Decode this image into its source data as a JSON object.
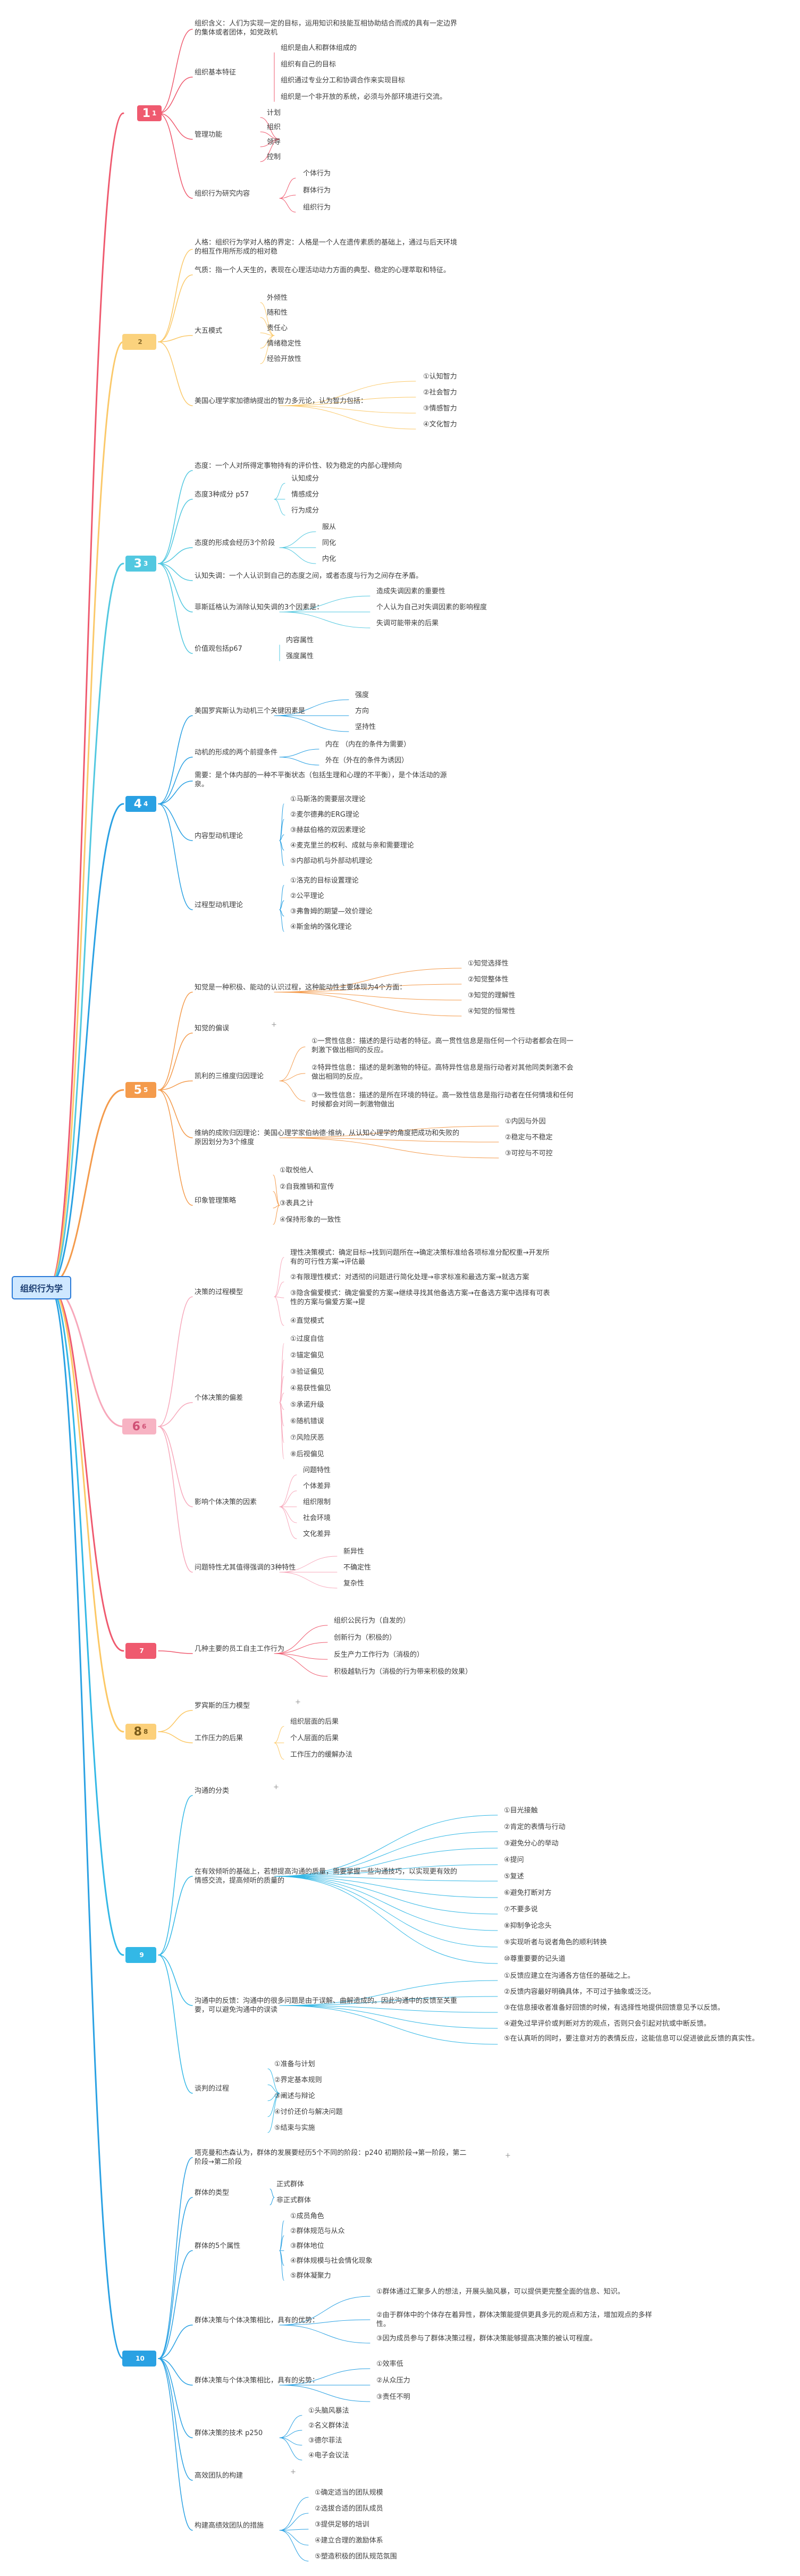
{
  "root": "组织行为学",
  "ch1": {
    "num": "1",
    "sub": "1",
    "a": "组织含义：人们为实现一定的目标，运用知识和技能互相协助结合而成的具有一定边界的集体或者团体，如党政机",
    "b": "组织基本特征",
    "b1": "组织是由人和群体组成的",
    "b2": "组织有自己的目标",
    "b3": "组织通过专业分工和协调合作来实现目标",
    "b4": "组织是一个非开放的系统，必须与外部环境进行交流。",
    "c": "管理功能",
    "c1": "计划",
    "c2": "组织",
    "c3": "领导",
    "c4": "控制",
    "d": "组织行为研究内容",
    "d1": "个体行为",
    "d2": "群体行为",
    "d3": "组织行为"
  },
  "ch2": {
    "num": "2",
    "a": "人格：组织行为学对人格的界定：人格是一个人在遗传素质的基础上，通过与后天环境的相互作用所形成的相对稳",
    "b": "气质：指一个人天生的，表现在心理活动动力方面的典型、稳定的心理萃取和特征。",
    "c": "大五模式",
    "c1": "外倾性",
    "c2": "随和性",
    "c3": "责任心",
    "c4": "情绪稳定性",
    "c5": "经验开放性",
    "d": "美国心理学家加德纳提出的智力多元论，认为智力包括：",
    "d1": "①认知智力",
    "d2": "②社会智力",
    "d3": "③情感智力",
    "d4": "④文化智力"
  },
  "ch3": {
    "num": "3",
    "sub": "3",
    "a": "态度：一个人对所得定事物持有的评价性、较为稳定的内部心理倾向",
    "b": "态度3种成分 p57",
    "b1": "认知成分",
    "b2": "情感成分",
    "b3": "行为成分",
    "c": "态度的形成会经历3个阶段",
    "c1": "服从",
    "c2": "同化",
    "c3": "内化",
    "d": "认知失调：一个人认识到自己的态度之间，或者态度与行为之间存在矛盾。",
    "e": "菲斯廷格认为消除认知失调的3个因素是：",
    "e1": "造成失调因素的重要性",
    "e2": "个人认为自己对失调因素的影响程度",
    "e3": "失调可能带来的后果",
    "f": "价值观包括p67",
    "f1": "内容属性",
    "f2": "强度属性"
  },
  "ch4": {
    "num": "4",
    "sub": "4",
    "a": "美国罗宾斯认为动机三个关键因素是",
    "a1": "强度",
    "a2": "方向",
    "a3": "坚持性",
    "b": "动机的形成的两个前提条件",
    "b1": "内在 （内在的条件为需要）",
    "b2": "外在（外在的条件为诱因）",
    "c": "需要：是个体内部的一种不平衡状态（包括生理和心理的不平衡），是个体活动的源泉。",
    "d": "内容型动机理论",
    "d1": "①马斯洛的需要层次理论",
    "d2": "②麦尔德弗的ERG理论",
    "d3": "③赫兹伯格的双因素理论",
    "d4": "④麦克里兰的权利、成就与亲和需要理论",
    "d5": "⑤内部动机与外部动机理论",
    "e": "过程型动机理论",
    "e1": "①洛克的目标设置理论",
    "e2": "②公平理论",
    "e3": "③弗鲁姆的期望—效价理论",
    "e4": "④斯金纳的强化理论"
  },
  "ch5": {
    "num": "5",
    "sub": "5",
    "a": "知觉是一种积极、能动的认识过程，这种能动性主要体现为4个方面：",
    "a1": "①知觉选择性",
    "a2": "②知觉整体性",
    "a3": "③知觉的理解性",
    "a4": "④知觉的恒常性",
    "b": "知觉的偏误",
    "c": "凯利的三维度归因理论",
    "c1": "①一贯性信息：描述的是行动者的特征。高一贯性信息是指任何一个行动者都会在同一刺激下做出相同的反应。",
    "c2": "②特异性信息：描述的是刺激物的特征。高特异性信息是指行动者对其他同类刺激不会做出相同的反应。",
    "c3": "③一致性信息：描述的是所在环境的特征。高一致性信息是指行动者在任何情境和任何时候都会对同一刺激物做出",
    "d": "维纳的成败归因理论：美国心理学家伯纳德·维纳，从认知心理学的角度把成功和失败的原因划分为3个维度",
    "d1": "①内因与外因",
    "d2": "②稳定与不稳定",
    "d3": "③可控与不可控",
    "e": "印象管理策略",
    "e1": "①取悦他人",
    "e2": "②自我推销和宣传",
    "e3": "③表具之计",
    "e4": "④保持形象的一致性"
  },
  "ch6": {
    "num": "6",
    "sub": "6",
    "a": "决策的过程模型",
    "a1": "理性决策模式：确定目标→找到问题所在→确定决策标准给各项标准分配权重→开发所有的可行性方案→评估最",
    "a2": "②有限理性模式：对透彻的问题进行简化处理→非求标准和最选方案→就选方案",
    "a3": "③隐含偏爱模式：确定偏爱的方案→继续寻找其他备选方案→在备选方案中选择有可表性的方案与偏爱方案→提",
    "a4": "④直觉模式",
    "b": "个体决策的偏差",
    "b1": "①过度自信",
    "b2": "②锚定偏见",
    "b3": "③验证偏见",
    "b4": "④易获性偏见",
    "b5": "⑤承诺升级",
    "b6": "⑥随机错误",
    "b7": "⑦风险厌恶",
    "b8": "⑧后视偏见",
    "c": "影响个体决策的因素",
    "c1": "问题特性",
    "c2": "个体差异",
    "c3": "组织限制",
    "c4": "社会环境",
    "c5": "文化差异",
    "d": "问题特性尤其值得强调的3种特性",
    "d1": "新异性",
    "d2": "不确定性",
    "d3": "复杂性"
  },
  "ch7": {
    "num": "7",
    "a": "几种主要的员工自主工作行为",
    "a1": "组织公民行为（自发的）",
    "a2": "创新行为（积极的）",
    "a3": "反生产力工作行为（消极的）",
    "a4": "积极越轨行为（消极的行为带来积极的效果）"
  },
  "ch8": {
    "num": "8",
    "sub": "8",
    "a": "罗宾斯的压力模型",
    "b": "工作压力的后果",
    "b1": "组织层面的后果",
    "b2": "个人层面的后果",
    "b3": "工作压力的缓解办法"
  },
  "ch9": {
    "num": "9",
    "sub": "9",
    "a": "沟通的分类",
    "b": "在有效倾听的基础上，若想提高沟通的质量，需要掌握一些沟通技巧，以实现更有效的情感交流，提高倾听的质量的",
    "b1": "①目光接触",
    "b2": "②肯定的表情与行动",
    "b3": "③避免分心的举动",
    "b4": "④提问",
    "b5": "⑤复述",
    "b6": "⑥避免打断对方",
    "b7": "⑦不要多说",
    "b8": "⑧抑制争论念头",
    "b9": "⑨实现听者与说者角色的顺利转换",
    "b10": "⑩尊重要要的记头道",
    "c": "沟通中的反馈：沟通中的很多问题是由于误解、曲解造成的。因此沟通中的反馈至关重要，可以避免沟通中的误读",
    "c1": "①反馈应建立在沟通各方信任的基础之上。",
    "c2": "②反馈内容最好明确具体，不可过于抽象或泛泛。",
    "c3": "③在信息接收者准备好回馈的时候，有选择性地提供回馈意见予以反馈。",
    "c4": "④避免过早评价或判断对方的观点，否则只会引起对抗或中断反馈。",
    "c5": "⑤在认真听的同时，要注意对方的表情反应，这能信息可以促进彼此反馈的真实性。",
    "d": "谈判的过程",
    "d1": "①准备与计划",
    "d2": "②界定基本规则",
    "d3": "③阐述与辩论",
    "d4": "④讨价还价与解决问题",
    "d5": "⑤结束与实施"
  },
  "ch10": {
    "num": "10",
    "sub": "10",
    "a": "塔克曼和杰森认为，群体的发展要经历5个不同的阶段：p240 初期阶段→第一阶段，第二阶段→第二阶段",
    "b": "群体的类型",
    "b1": "正式群体",
    "b2": "非正式群体",
    "c": "群体的5个属性",
    "c1": "①成员角色",
    "c2": "②群体规范与从众",
    "c3": "③群体地位",
    "c4": "④群体规模与社会情化现象",
    "c5": "⑤群体凝聚力",
    "d": "群体决策与个体决策相比，具有的优势：",
    "d1": "①群体通过汇聚多人的想法，开展头脑风暴，可以提供更完整全面的信息、知识。",
    "d2": "②由于群体中的个体存在着异性，群体决策能提供更具多元的观点和方法，增加观点的多样性。",
    "d3": "③因为成员参与了群体决策过程，群体决策能够提高决策的被认可程度。",
    "e": "群体决策与个体决策相比，具有的劣势：",
    "e1": "①效率低",
    "e2": "②从众压力",
    "e3": "③责任不明",
    "f": "群体决策的技术 p250",
    "f1": "①头脑风暴法",
    "f2": "②名义群体法",
    "f3": "③德尔菲法",
    "f4": "④电子会议法",
    "g": "高效团队的构建",
    "h": "构建高绩效团队的措施",
    "h1": "①确定适当的团队规模",
    "h2": "②选拔合适的团队成员",
    "h3": "③提供足够的培训",
    "h4": "④建立合理的激励体系",
    "h5": "⑤塑造积极的团队规范氛围"
  }
}
